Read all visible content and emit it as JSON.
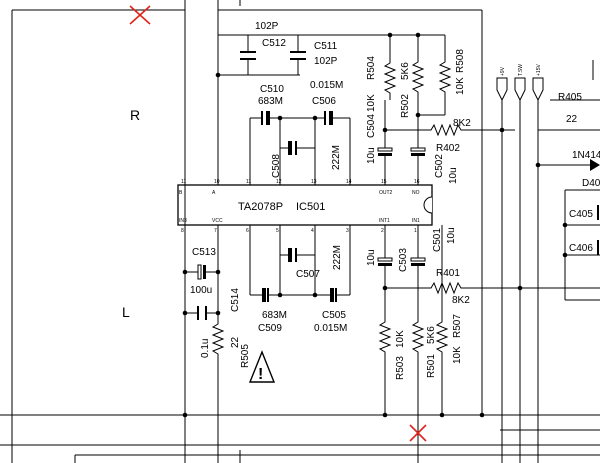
{
  "channels": {
    "right": "R",
    "left": "L"
  },
  "ic": {
    "part": "TA2078P",
    "ref": "IC501",
    "top_pins": [
      "11",
      "10",
      "11",
      "12",
      "13",
      "14",
      "15",
      "16"
    ],
    "top_pin_names": [
      "B",
      "A",
      "",
      "",
      "",
      "",
      "OUT2",
      "NO"
    ],
    "bottom_pins": [
      "8",
      "7",
      "6",
      "5",
      "4",
      "3",
      "2",
      "1"
    ],
    "bottom_pin_names": [
      "IN3",
      "VCC",
      "",
      "",
      "",
      "",
      "INT1",
      "IN1"
    ]
  },
  "components": {
    "c512": "C512",
    "c512_val": "102P",
    "c511": "C511",
    "c511_val": "102P",
    "c510": "C510",
    "c510_val": "683M",
    "c506": "C506",
    "c506_val": "0.015M",
    "c508": "C508",
    "c508_val": "222M",
    "c504": "C504",
    "c502": "C502",
    "c502_val": "10u",
    "c503": "C503",
    "c501": "C501",
    "c501_val": "10u",
    "c507": "C507",
    "c507_val": "222M",
    "c509": "C509",
    "c509_val": "683M",
    "c505": "C505",
    "c505_val": "0.015M",
    "c513": "C513",
    "c513_val": "100u",
    "c514": "C514",
    "c514_val": "0.1u",
    "cap_10u_upper": "10u",
    "cap_10u_lower": "10u",
    "r504": "R504",
    "r504_val": "10K",
    "r502": "R502",
    "r502_val": "5K6",
    "r508": "R508",
    "r508_val": "10K",
    "r402": "R402",
    "r402_val": "8K2",
    "r401": "R401",
    "r401_val": "8K2",
    "r503": "R503",
    "r503_val": "10K",
    "r501": "R501",
    "r501_val": "5K6",
    "r507": "R507",
    "r507_val": "10K",
    "r505": "R505",
    "r505_val": "22",
    "r405": "R405",
    "r405_val": "22",
    "d_1n414": "1N414",
    "d40": "D40",
    "c405": "C405",
    "c406": "C406"
  },
  "supply": {
    "p9v": "+9V",
    "tsw": "T.SW",
    "p15v": "+15V"
  },
  "warning_symbol": "!"
}
